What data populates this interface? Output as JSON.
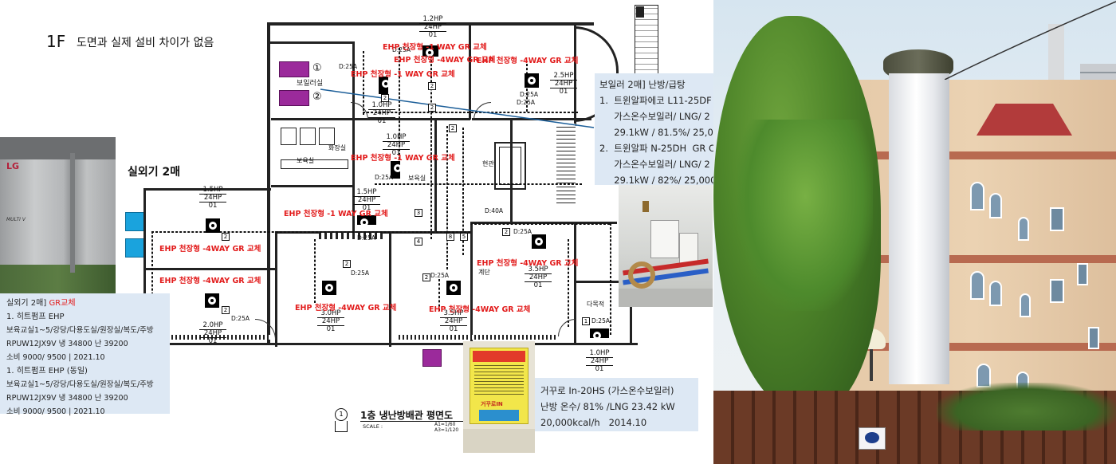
{
  "page": {
    "floor": "1F",
    "heading": "도면과 실제 설비 차이가 없음",
    "outdoor_label": "실외기 2매"
  },
  "outdoor_panel": {
    "title_prefix": "실외기 2매]",
    "title_highlight": "GR교체",
    "lines": [
      "1.    히트펌프 EHP",
      "보육교실1~5/강당/다용도실/원장실/복도/주방",
      "RPUW12JX9V 냉 34800 난 39200",
      "소비 9000/ 9500 | 2021.10",
      "1.    히트펌프 EHP (동일)",
      "보육교실1~5/강당/다용도실/원장실/복도/주방",
      "RPUW12JX9V 냉 34800 난 39200",
      "소비 9000/ 9500 | 2021.10"
    ],
    "photo_logo": "LG",
    "photo_text": "MULTI V"
  },
  "boiler_panel": {
    "title": "보일러 2매] 난방/급탕",
    "lines": [
      "1.  트윈알파에코 L11-25DF",
      "     가스온수보일러/ LNG/ 2",
      "     29.1kW / 81.5%/ 25,00",
      "2.  트윈알파 N-25DH  GR C",
      "     가스온수보일러/ LNG/ 2",
      "     29.1kW / 82%/ 25,000"
    ]
  },
  "water_heater_panel": {
    "lines": [
      "거꾸로 In-20HS (가스온수보일러)",
      "난방 온수/ 81% /LNG 23.42 kW",
      "20,000kcal/h   2014.10"
    ],
    "sticker_top": "거꾸로IN"
  },
  "plan": {
    "title": "1층 냉난방배관 평면도",
    "title_circle": "1",
    "scale_label": "SCALE :",
    "scale_values": "A1=1/60\nA3=1/120",
    "boiler_room": "보일러실",
    "boiler_marks": [
      "①",
      "②"
    ],
    "replace_labels": [
      "EHP 천장형 -4WAY GR 교체",
      "EHP 천장형 -1 WAY GR 교체",
      "EHP 천장형 -4WAY GR 교체",
      "EHP 천장형 -1 WAY GR 교체",
      "EHP 천장형 -1 WAY GR 교체",
      "EHP 천장형 -1 WAY GR 교체",
      "EHP 천장형 -4WAY GR 교체",
      "EHP 천장형 -4WAY GR 교체",
      "EHP 천장형 -4WAY GR 교체",
      "EHP 천장형 -4WAY GR 교체",
      "EHP 천장형 -4WAY GR 교체"
    ],
    "capacities": [
      {
        "hp": "1.2HP",
        "a": "24HP",
        "b": "01"
      },
      {
        "hp": "2.5HP",
        "a": "24HP",
        "b": "01"
      },
      {
        "hp": "1.0HP",
        "a": "24HP",
        "b": "01"
      },
      {
        "hp": "1.0HP",
        "a": "24HP",
        "b": "01"
      },
      {
        "hp": "1.5HP",
        "a": "24HP",
        "b": "01"
      },
      {
        "hp": "1.5HP",
        "a": "24HP",
        "b": "01"
      },
      {
        "hp": "2.0HP",
        "a": "24HP",
        "b": "01"
      },
      {
        "hp": "3.0HP",
        "a": "24HP",
        "b": "01"
      },
      {
        "hp": "3.5HP",
        "a": "24HP",
        "b": "01"
      },
      {
        "hp": "3.5HP",
        "a": "24HP",
        "b": "01"
      },
      {
        "hp": "1.0HP",
        "a": "24HP",
        "b": "01"
      }
    ],
    "pipe_labels": [
      "D:25A",
      "D:25A",
      "D:25A",
      "D:25A",
      "D:25A",
      "D:25A",
      "D:25A",
      "D:25A",
      "D:40A",
      "D:25A",
      "D:25A",
      "D:25A"
    ],
    "room_labels": [
      "화장실",
      "보육실",
      "현관",
      "계단",
      "다목적",
      "보육실"
    ]
  },
  "colors": {
    "red_label": "#e21b1b",
    "panel_bg": "#dde8f4",
    "purple_boiler": "#9b2a9b",
    "blue_outdoor": "#1aa3dd"
  }
}
